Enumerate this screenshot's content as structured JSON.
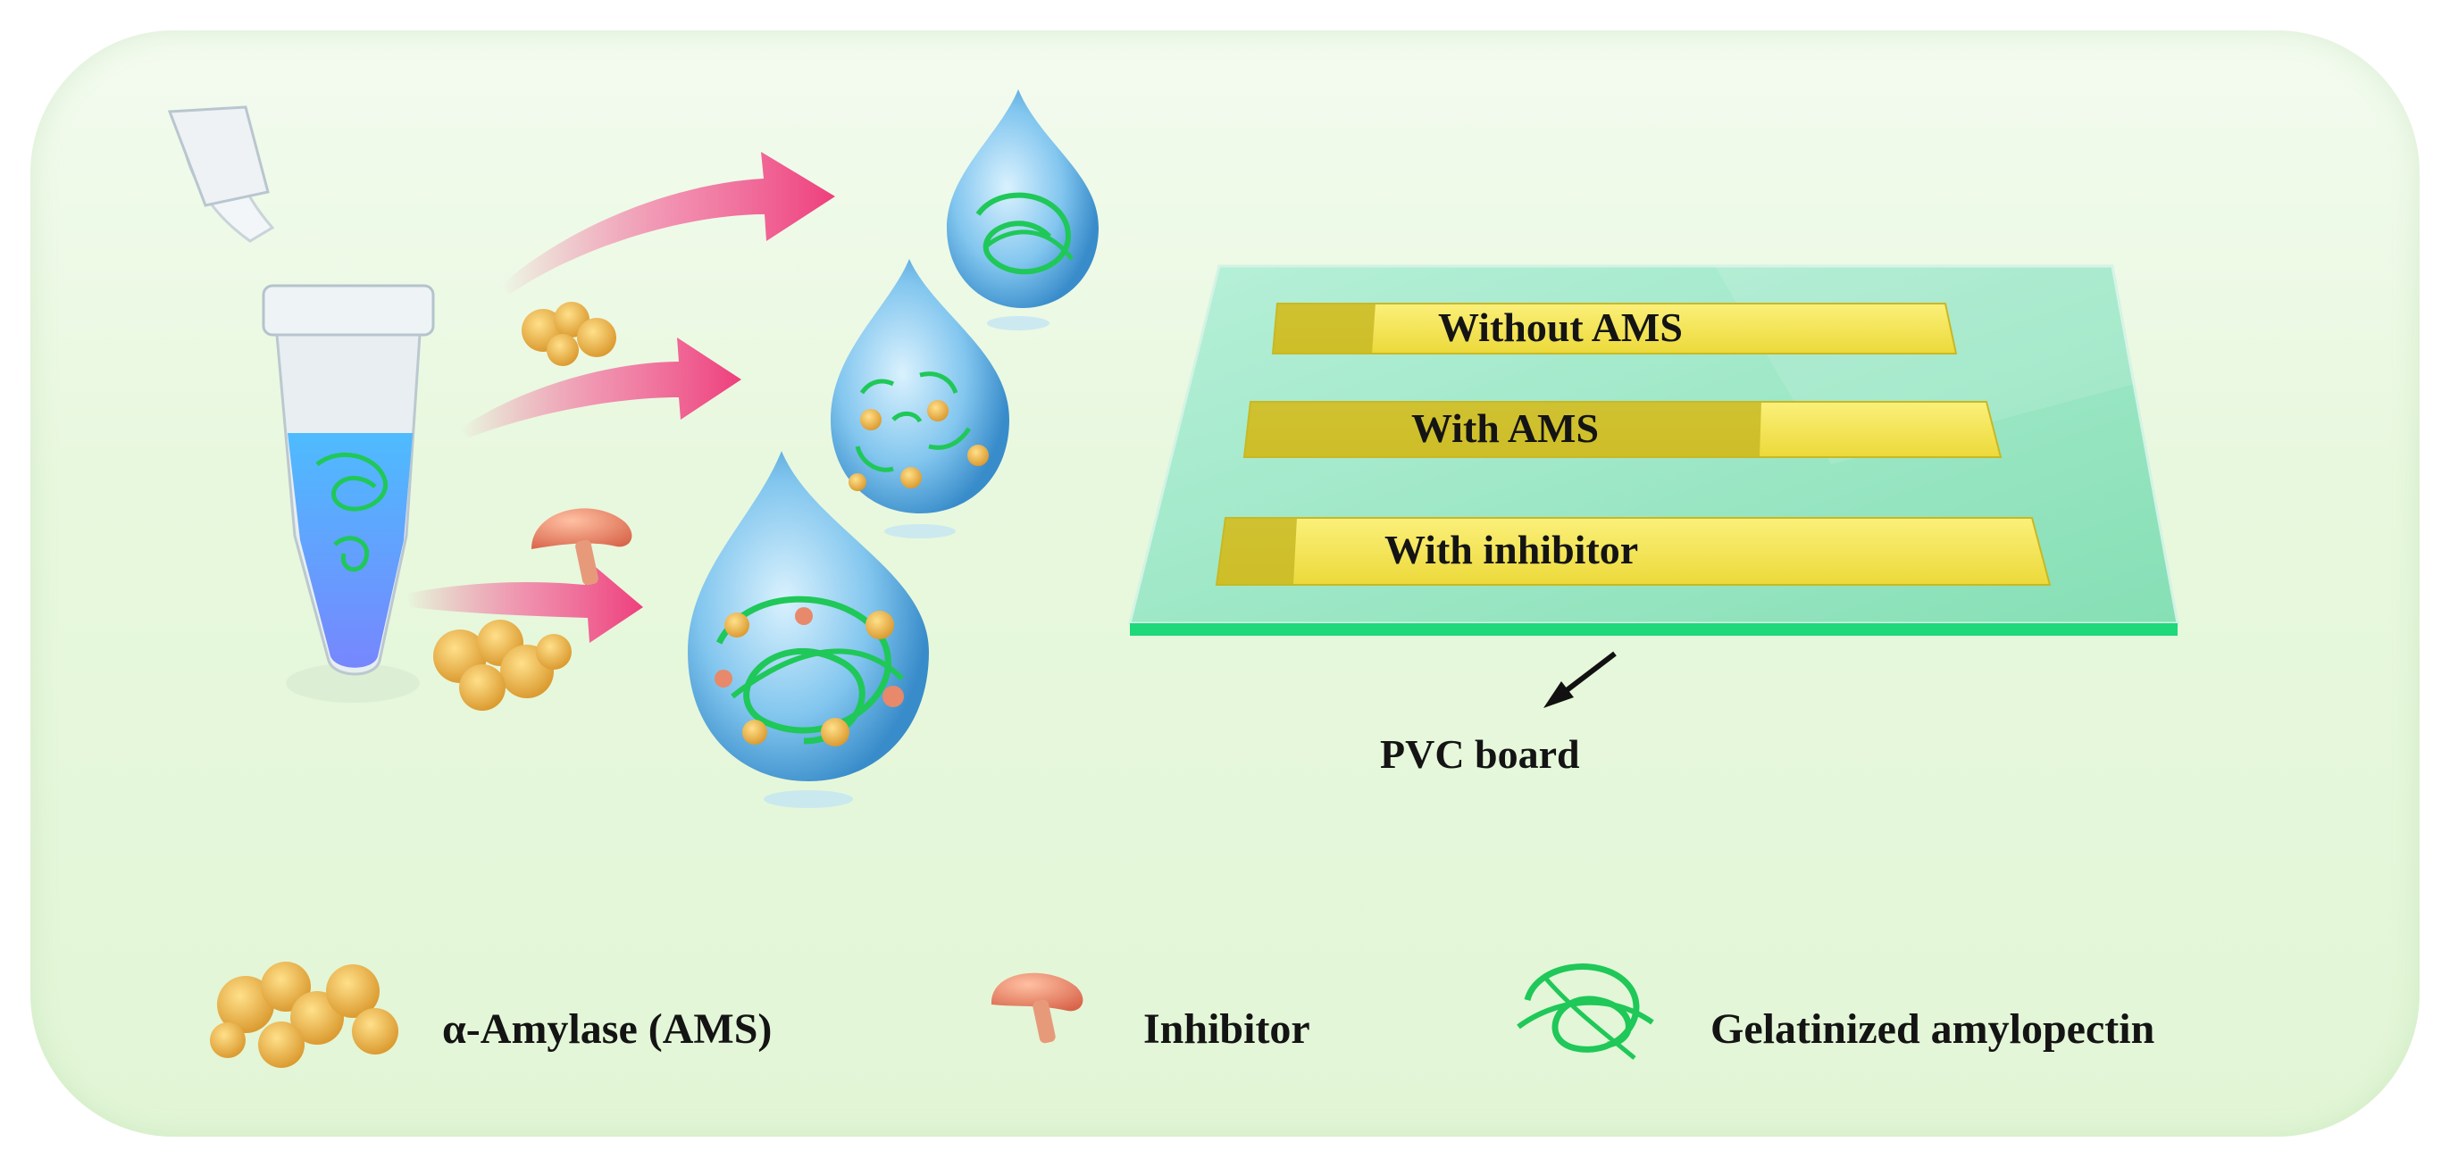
{
  "strips": [
    {
      "label": "Without AMS"
    },
    {
      "label": "With AMS"
    },
    {
      "label": "With inhibitor"
    }
  ],
  "board": {
    "label": "PVC board"
  },
  "legend": {
    "amylase": "α-Amylase (AMS)",
    "inhibitor": "Inhibitor",
    "amylopectin": "Gelatinized amylopectin"
  },
  "colors": {
    "panel": "#e6f7dc",
    "board": "#9fe6c4",
    "board_edge": "#1fd87a",
    "strip": "#f5e94a",
    "strip_dark": "#c8b824",
    "arrow": "#f04a86",
    "drop": "#4aa8e0",
    "enzyme": "#f0b84a",
    "inhibitor": "#e7896a",
    "polymer": "#1fc858"
  },
  "icons": [
    "tube-icon",
    "arrow-icon",
    "droplet-icon",
    "enzyme-icon",
    "mushroom-icon",
    "polymer-icon"
  ]
}
